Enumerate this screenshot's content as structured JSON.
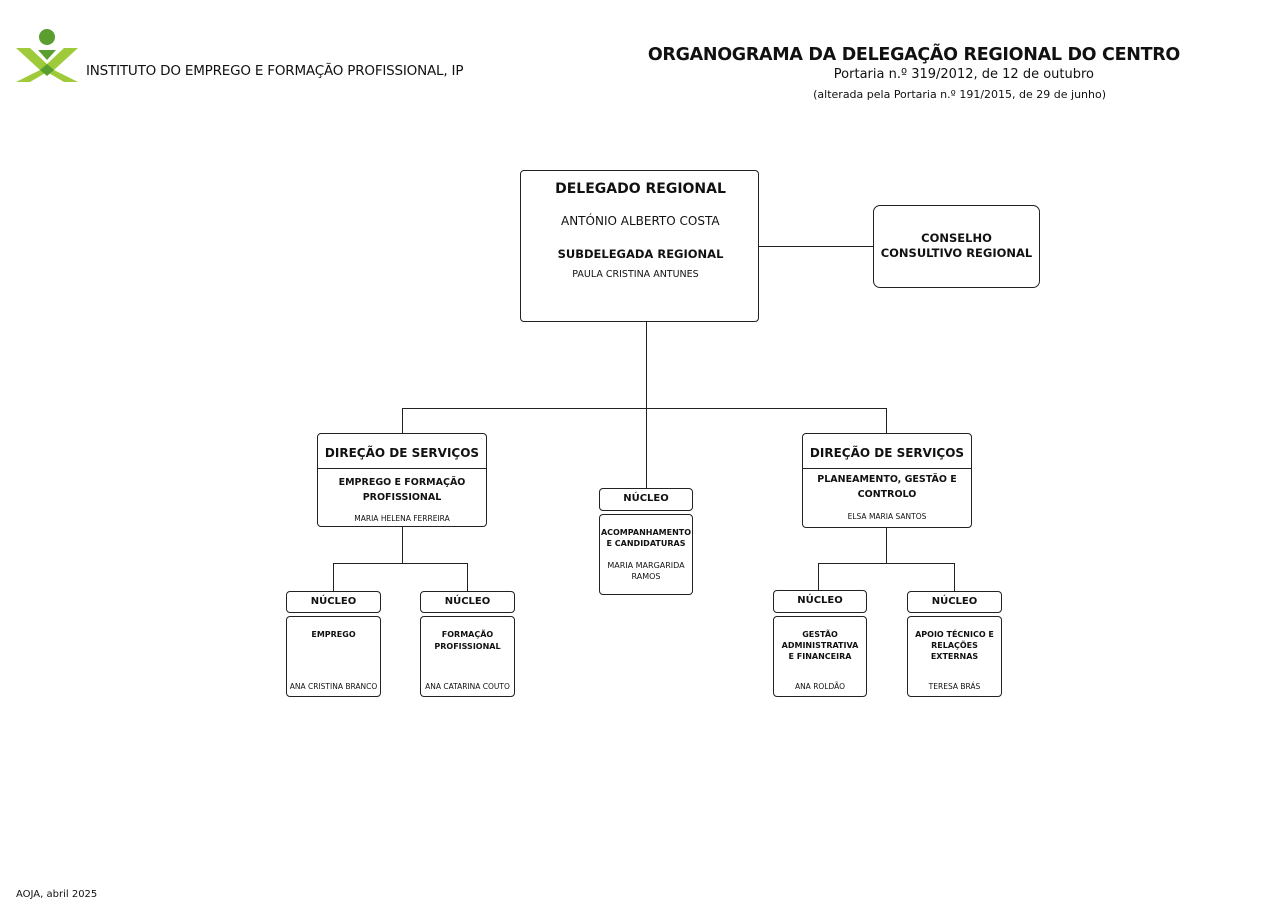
{
  "header": {
    "org_name": "INSTITUTO DO EMPREGO E FORMAÇÃO PROFISSIONAL, IP",
    "title": "ORGANOGRAMA DA DELEGAÇÃO REGIONAL DO CENTRO",
    "subtitle": "Portaria n.º 319/2012, de 12 de outubro",
    "note": "(alterada pela Portaria n.º 191/2015, de 29 de junho)",
    "logo_colors": {
      "green_dark": "#5a9e2f",
      "green_light": "#9fcb3b"
    }
  },
  "top": {
    "delegado_title": "DELEGADO REGIONAL",
    "delegado_name": "ANTÓNIO ALBERTO COSTA",
    "subdelegada_title": "SUBDELEGADA REGIONAL",
    "subdelegada_name": "PAULA CRISTINA ANTUNES"
  },
  "council": {
    "title": "CONSELHO CONSULTIVO REGIONAL"
  },
  "left_ds": {
    "header": "DIREÇÃO DE SERVIÇOS",
    "area": "EMPREGO E FORMAÇÃO PROFISSIONAL",
    "name": "MARIA HELENA FERREIRA"
  },
  "center_nucleo": {
    "header": "NÚCLEO",
    "area": "ACOMPANHAMENTO E CANDIDATURAS",
    "name": "MARIA MARGARIDA RAMOS"
  },
  "right_ds": {
    "header": "DIREÇÃO DE SERVIÇOS",
    "area": "PLANEAMENTO, GESTÃO E CONTROLO",
    "name": "ELSA MARIA SANTOS"
  },
  "nucleos": [
    {
      "header": "NÚCLEO",
      "area": "EMPREGO",
      "name": "ANA CRISTINA BRANCO"
    },
    {
      "header": "NÚCLEO",
      "area": "FORMAÇÃO PROFISSIONAL",
      "name": "ANA CATARINA COUTO"
    },
    {
      "header": "NÚCLEO",
      "area": "GESTÃO ADMINISTRATIVA E FINANCEIRA",
      "name": "ANA ROLDÃO"
    },
    {
      "header": "NÚCLEO",
      "area": "APOIO TÉCNICO E RELAÇÕES EXTERNAS",
      "name": "TERESA BRÁS"
    }
  ],
  "footer": "AOJA, abril 2025"
}
